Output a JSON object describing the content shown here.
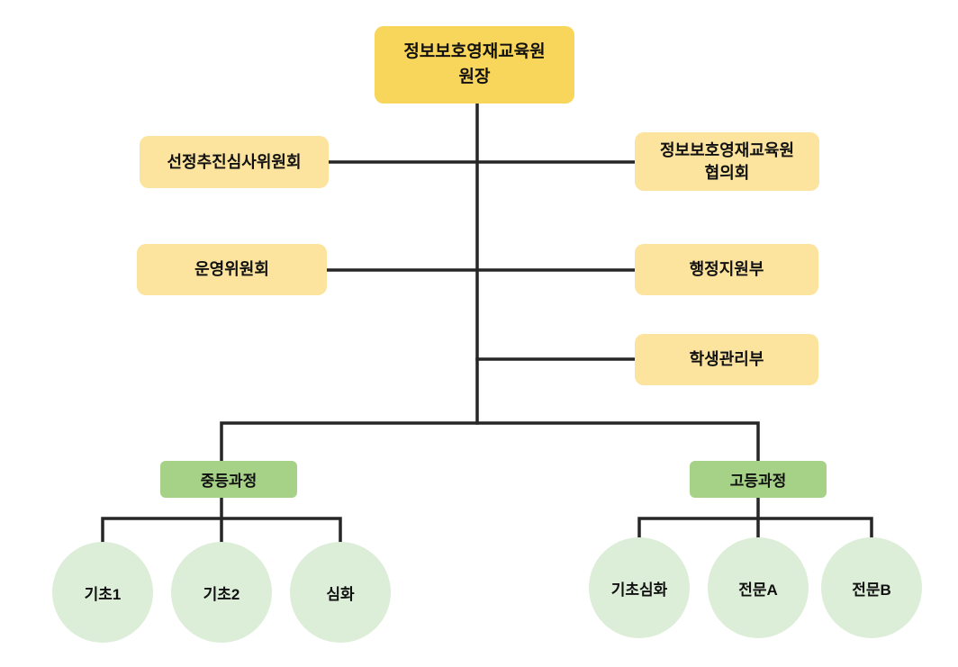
{
  "diagram": {
    "type": "org-chart",
    "nodes": {
      "director": "정보보호영재교육원\n원장",
      "selection_review_committee": "선정추진심사위원회",
      "education_council": "정보보호영재교육원\n협의회",
      "steering_committee": "운영위원회",
      "admin_support_dept": "행정지원부",
      "student_mgmt_dept": "학생관리부",
      "middle_course": "중등과정",
      "high_course": "고등과정",
      "middle_units": [
        "기초1",
        "기초2",
        "심화"
      ],
      "high_units": [
        "기초심화",
        "전문A",
        "전문B"
      ]
    },
    "colors": {
      "director_fill": "#F8D55B",
      "dept_fill": "#FCE49E",
      "course_fill": "#A5D286",
      "unit_fill": "#DCEDD8",
      "connector": "#262626",
      "text": "#111111"
    }
  }
}
